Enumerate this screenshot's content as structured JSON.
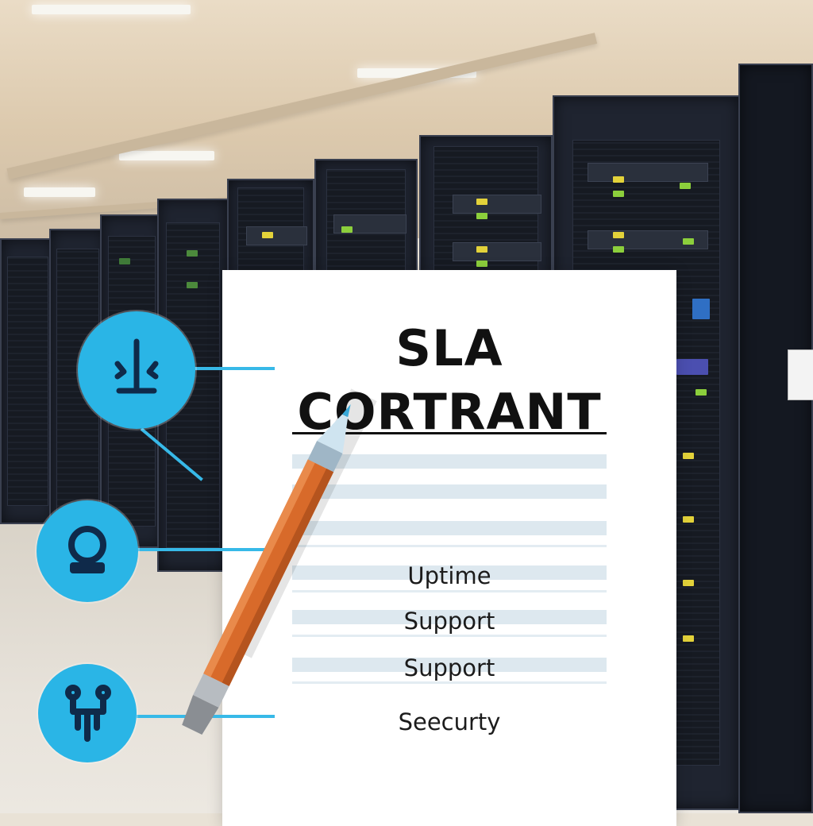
{
  "document": {
    "title_line_1": "SLA",
    "title_line_2": "CORTRANT",
    "items": [
      "Uptime",
      "Support",
      "Support",
      "Seecurty"
    ]
  },
  "icons": [
    "tower-pole-icon",
    "user-support-icon",
    "network-plug-icon"
  ],
  "colors": {
    "accent": "#2ab5e6",
    "rack": "#1f2430",
    "led_green": "#8ccf3c",
    "led_yellow": "#e3d23a",
    "pencil_body": "#d86a2a"
  }
}
